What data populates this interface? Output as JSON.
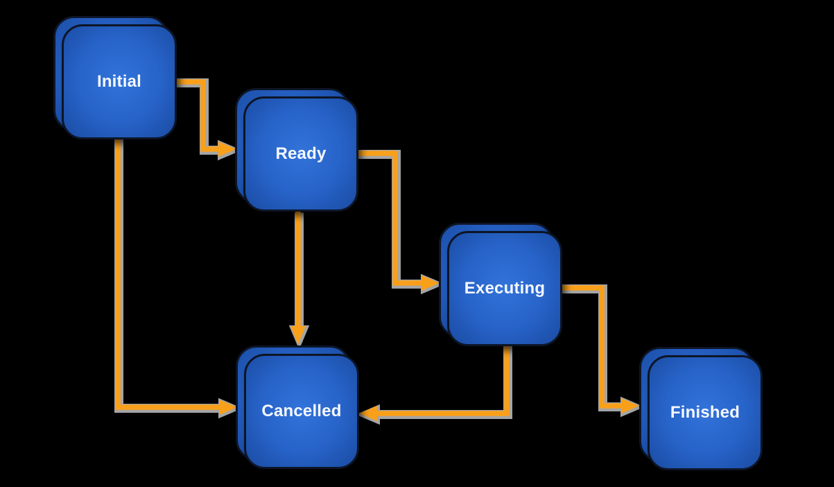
{
  "diagram": {
    "type": "state-transition-diagram",
    "nodes": [
      {
        "id": "initial",
        "label": "Initial"
      },
      {
        "id": "ready",
        "label": "Ready"
      },
      {
        "id": "executing",
        "label": "Executing"
      },
      {
        "id": "cancelled",
        "label": "Cancelled"
      },
      {
        "id": "finished",
        "label": "Finished"
      }
    ],
    "edges": [
      {
        "from": "Initial",
        "to": "Ready"
      },
      {
        "from": "Initial",
        "to": "Cancelled"
      },
      {
        "from": "Ready",
        "to": "Executing"
      },
      {
        "from": "Ready",
        "to": "Cancelled"
      },
      {
        "from": "Executing",
        "to": "Finished"
      },
      {
        "from": "Executing",
        "to": "Cancelled"
      }
    ],
    "colors": {
      "background": "#000000",
      "node_fill_center": "#3273da",
      "node_fill_mid": "#2763c8",
      "node_fill_edge": "#1a4ba2",
      "node_border": "#0d1526",
      "arrow": "#F9A01B",
      "arrow_shadow": "#a5a5a5",
      "label_text": "#f5f8ff"
    }
  }
}
